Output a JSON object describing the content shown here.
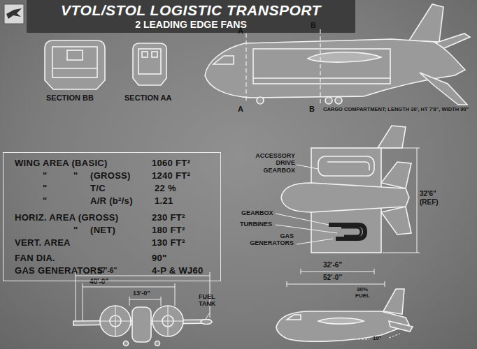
{
  "diagram": {
    "title": "VTOL/STOL LOGISTIC TRANSPORT",
    "nodes": [
      {
        "text": [
          "WING AREA (BASIC)",
          "1060 FT²",
          "\"",
          "\"",
          "(GROSS)",
          "1240 FT²",
          "\"",
          "T/C",
          "22 %",
          "\"",
          "A/R (b²/s)",
          "1.21",
          "HORIZ. AREA (GROSS)",
          "230 FT²",
          "\"",
          "(NET)",
          "180 FT²",
          "VERT. AREA",
          "130 FT²",
          "FAN DIA.",
          "90\"",
          "GAS GENERATORS",
          "4-P & WJ60"
        ]
      }
    ],
    "labels": [
      "2 LEADING EDGE FANS",
      "SECTION BB",
      "SECTION AA",
      "A",
      "B",
      "A",
      "B",
      "CARGO COMPARTMENT; LENGTH 30', HT 7'8\", WIDTH 90\"",
      "ACCESSORY DRIVE GEARBOX",
      "GEARBOX",
      "TURBINES",
      "GAS GENERATORS",
      "32'6\" (REF)",
      "57'-6\"",
      "40'-0\"",
      "13'-0\"",
      "FUEL TANK",
      "32'-6\"",
      "52'-0\"",
      "30%",
      "FUEL",
      "10°"
    ]
  }
}
